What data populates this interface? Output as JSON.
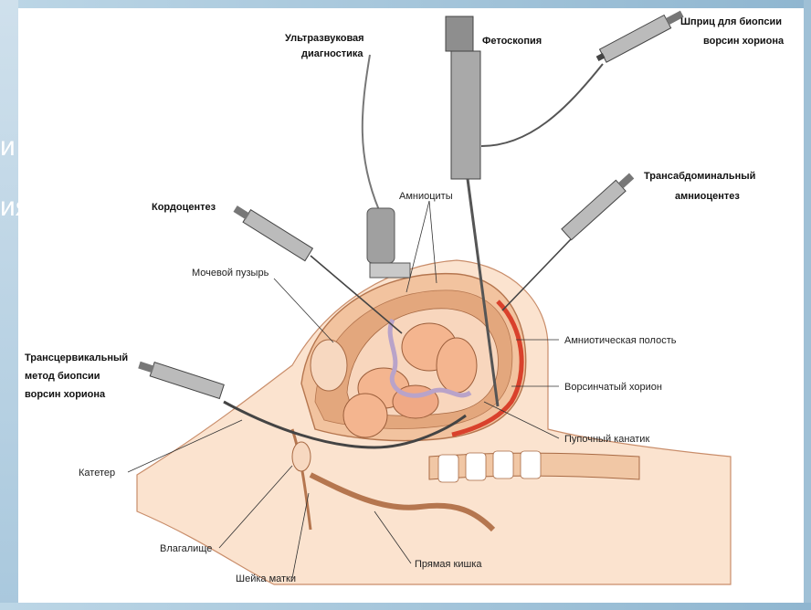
{
  "slide": {
    "left_fragments": [
      "и",
      "ия"
    ]
  },
  "labels": {
    "ultrasound_line1": "Ультразвуковая",
    "ultrasound_line2": "диагностика",
    "fetoscopy": "Фетоскопия",
    "chorion_syringe_line1": "Шприц для биопсии",
    "chorion_syringe_line2": "ворсин хориона",
    "amniocytes": "Амниоциты",
    "cordocentesis": "Кордоцентез",
    "transabdominal_line1": "Трансабдоминальный",
    "transabdominal_line2": "амниоцентез",
    "bladder": "Мочевой пузырь",
    "amniotic_cavity": "Амниотическая полость",
    "transcervical_line1": "Трансцервикальный",
    "transcervical_line2": "метод биопсии",
    "transcervical_line3": "ворсин хориона",
    "villous_chorion": "Ворсинчатый хорион",
    "umbilical_cord": "Пупочный канатик",
    "catheter": "Катетер",
    "vagina": "Влагалище",
    "cervix": "Шейка матки",
    "rectum": "Прямая кишка"
  },
  "colors": {
    "flesh": "#f6c9a6",
    "flesh_dark": "#e7a27c",
    "fetus": "#f4b58f",
    "placenta": "#d9412c",
    "cord": "#b9a3c9",
    "instrument": "#9a9a9a",
    "frame": "#a9c8dd"
  }
}
